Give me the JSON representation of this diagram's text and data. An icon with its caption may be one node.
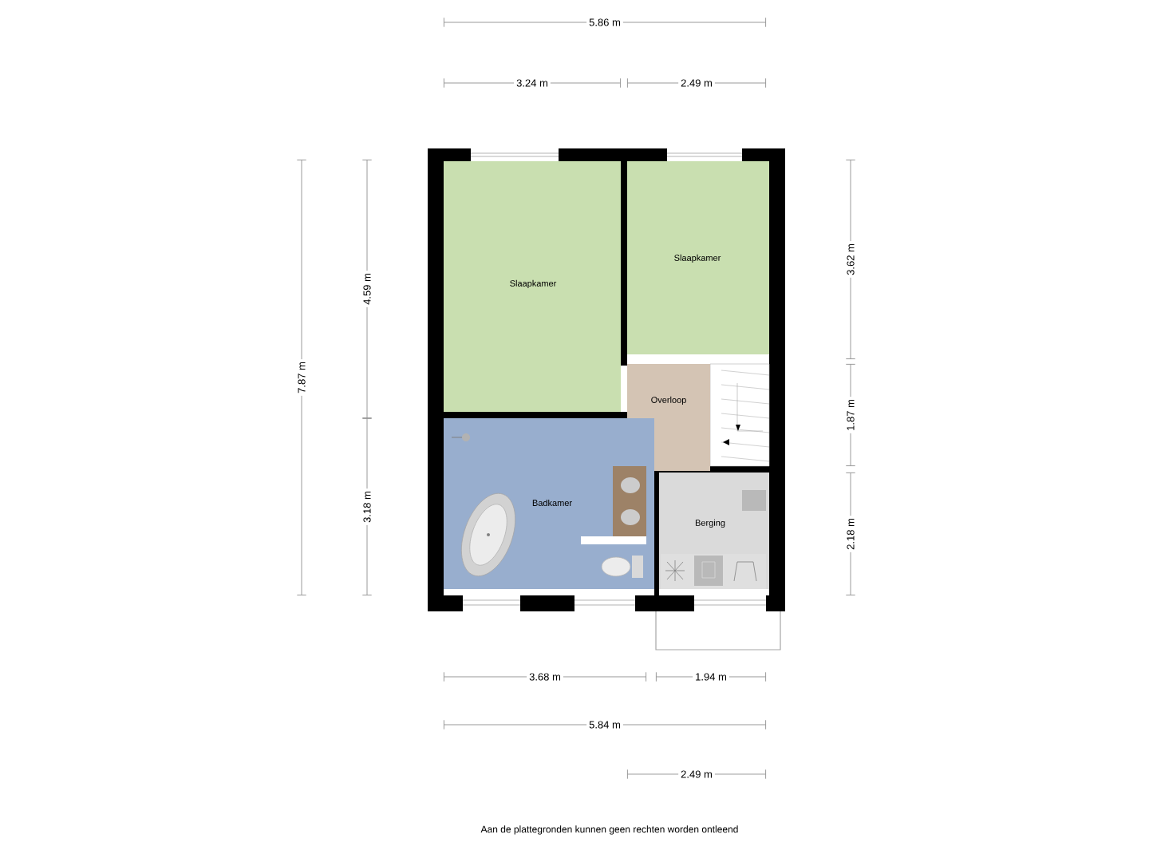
{
  "diagram": {
    "caption": "Aan de plattegronden kunnen geen rechten worden ontleend",
    "nodes": [
      {
        "text": [
          "Slaapkamer"
        ]
      },
      {
        "text": [
          "Slaapkamer"
        ]
      },
      {
        "text": [
          "Overloop"
        ]
      },
      {
        "text": [
          "Badkamer"
        ]
      },
      {
        "text": [
          "Berging"
        ]
      }
    ],
    "labels": [
      "5.86 m",
      "3.24 m",
      "2.49 m",
      "7.87 m",
      "4.59 m",
      "3.18 m",
      "3.62 m",
      "1.87 m",
      "2.18 m",
      "3.68 m",
      "1.94 m",
      "5.84 m",
      "2.49 m"
    ]
  }
}
